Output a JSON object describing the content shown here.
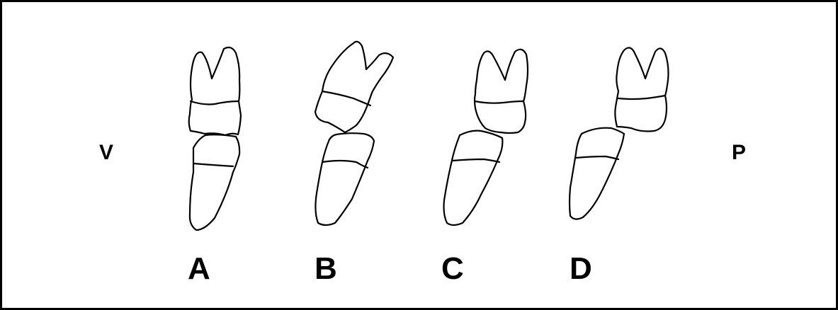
{
  "orientation": {
    "left_label": "V",
    "right_label": "P"
  },
  "panels": [
    {
      "id": "a",
      "label": "A"
    },
    {
      "id": "b",
      "label": "B"
    },
    {
      "id": "c",
      "label": "C"
    },
    {
      "id": "d",
      "label": "D"
    }
  ],
  "colors": {
    "stroke": "#000000",
    "background": "#ffffff"
  }
}
